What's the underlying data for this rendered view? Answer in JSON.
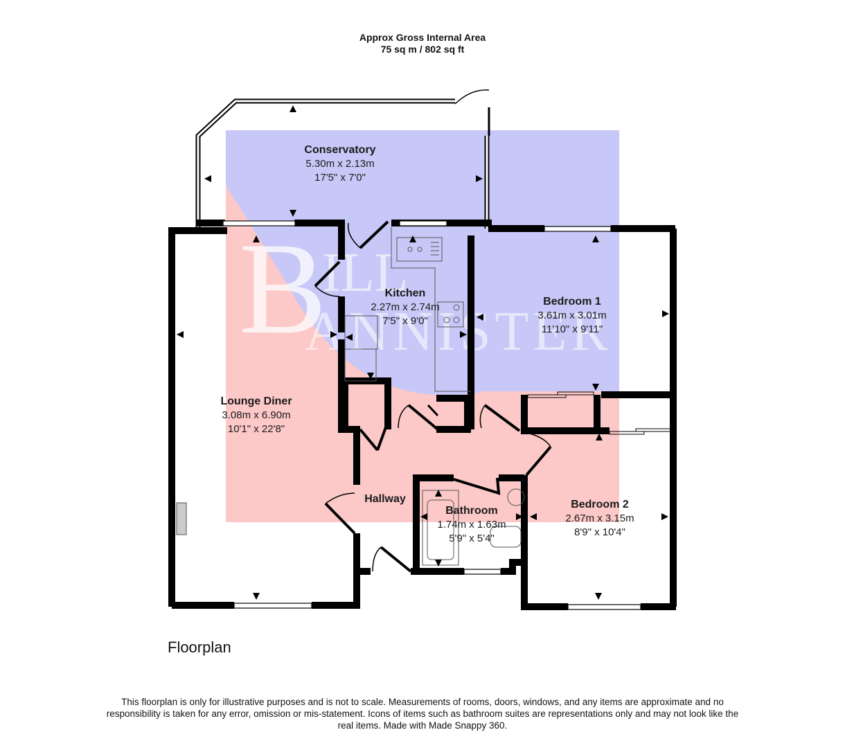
{
  "header": {
    "line1": "Approx Gross Internal Area",
    "line2": "75 sq m / 802 sq ft"
  },
  "rooms": [
    {
      "id": "conservatory",
      "name": "Conservatory",
      "metric": "5.30m x 2.13m",
      "imperial": "17'5\" x 7'0\""
    },
    {
      "id": "kitchen",
      "name": "Kitchen",
      "metric": "2.27m x 2.74m",
      "imperial": "7'5\" x 9'0\""
    },
    {
      "id": "bedroom1",
      "name": "Bedroom 1",
      "metric": "3.61m x 3.01m",
      "imperial": "11'10\" x 9'11\""
    },
    {
      "id": "lounge",
      "name": "Lounge Diner",
      "metric": "3.08m x 6.90m",
      "imperial": "10'1\" x 22'8\""
    },
    {
      "id": "hallway",
      "name": "Hallway",
      "metric": "",
      "imperial": ""
    },
    {
      "id": "bathroom",
      "name": "Bathroom",
      "metric": "1.74m x 1.63m",
      "imperial": "5'9\" x 5'4\""
    },
    {
      "id": "bedroom2",
      "name": "Bedroom 2",
      "metric": "2.67m x 3.15m",
      "imperial": "8'9\" x 10'4\""
    }
  ],
  "watermark": {
    "text_large": "B",
    "text_line1": "ILL",
    "text_line2": "ANNISTER",
    "colors": {
      "blue": "#c8c8f8",
      "red": "#fcc8c8"
    }
  },
  "floor_title": "Floorplan",
  "disclaimer": "This floorplan is only for illustrative purposes and is not to scale. Measurements of rooms, doors, windows, and any items are approximate and no responsibility is taken for any error, omission or mis-statement. Icons of items such as bathroom suites are representations only and may not look like the real items. Made with Made Snappy 360.",
  "colors": {
    "wall": "#000000",
    "wall_over_blue": "#0a0a3a",
    "wall_over_red": "#2a0000"
  }
}
